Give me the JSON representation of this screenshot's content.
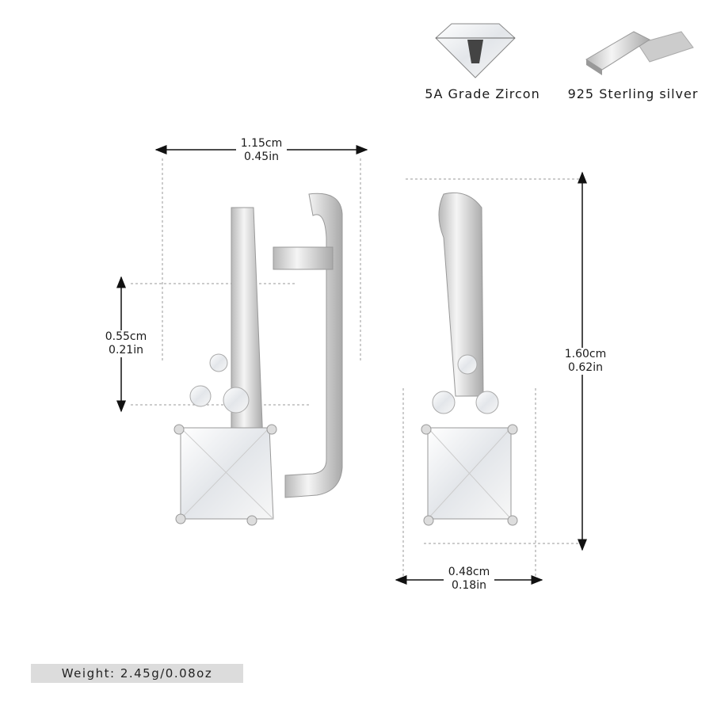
{
  "features": [
    {
      "icon": "zircon-gem-icon",
      "label": "5A Grade Zircon"
    },
    {
      "icon": "silver-bar-icon",
      "label": "925 Sterling silver"
    }
  ],
  "dimensions": {
    "width_side": {
      "cm": "1.15cm",
      "in": "0.45in"
    },
    "drop_height": {
      "cm": "0.55cm",
      "in": "0.21in"
    },
    "total_height": {
      "cm": "1.60cm",
      "in": "0.62in"
    },
    "width_front": {
      "cm": "0.48cm",
      "in": "0.18in"
    }
  },
  "weight": "Weight: 2.45g/0.08oz",
  "colors": {
    "guide": "#999999",
    "arrow": "#111111",
    "weight_bg": "#dcdcdc",
    "silver": "#d9d9d9"
  }
}
